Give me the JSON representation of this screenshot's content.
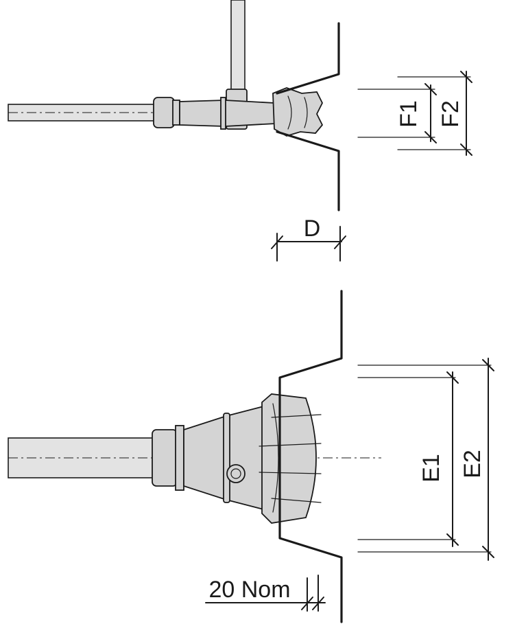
{
  "labels": {
    "F1": "F1",
    "F2": "F2",
    "D": "D",
    "E1": "E1",
    "E2": "E2",
    "nom": "20 Nom"
  }
}
